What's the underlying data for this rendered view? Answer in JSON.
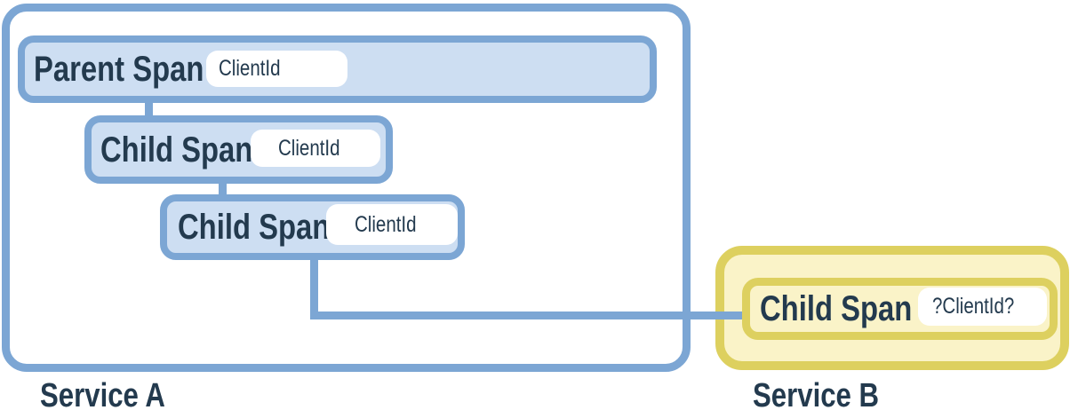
{
  "diagram": {
    "title_hint": "trace spans across services",
    "services": [
      {
        "label": "Service A"
      },
      {
        "label": "Service B"
      }
    ],
    "spans": [
      {
        "label": "Parent Span",
        "badge": "ClientId"
      },
      {
        "label": "Child Span",
        "badge": "ClientId"
      },
      {
        "label": "Child Span",
        "badge": "ClientId"
      },
      {
        "label": "Child Span",
        "badge": "?ClientId?"
      }
    ],
    "colors": {
      "blue_border": "#7ca6d4",
      "blue_fill": "#cddef2",
      "yellow_border": "#ddd05f",
      "yellow_fill": "#faf3c8",
      "badge_fill": "#ffffff",
      "text": "#233a4e"
    }
  }
}
